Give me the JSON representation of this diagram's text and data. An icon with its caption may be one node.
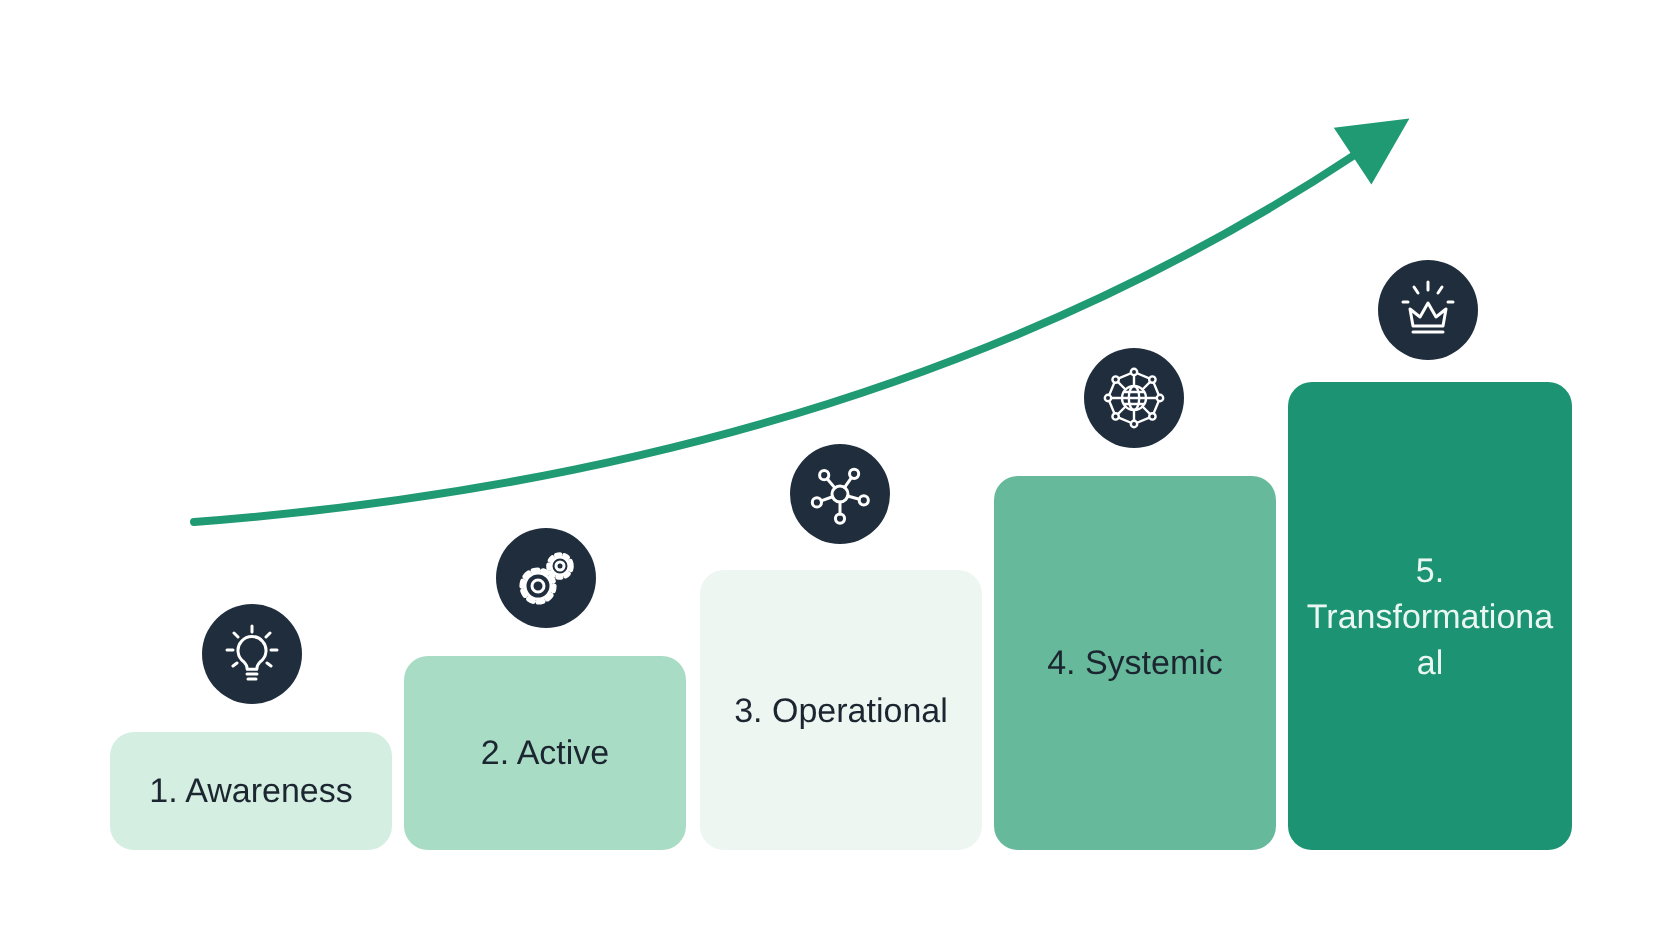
{
  "diagram": {
    "nodes": [
      {
        "text": [
          "1. Awareness"
        ]
      },
      {
        "text": [
          "2. Active"
        ]
      },
      {
        "text": [
          "3. Operational"
        ]
      },
      {
        "text": [
          "4. Systemic"
        ]
      },
      {
        "text": [
          "5. Transformationa al"
        ]
      }
    ]
  }
}
